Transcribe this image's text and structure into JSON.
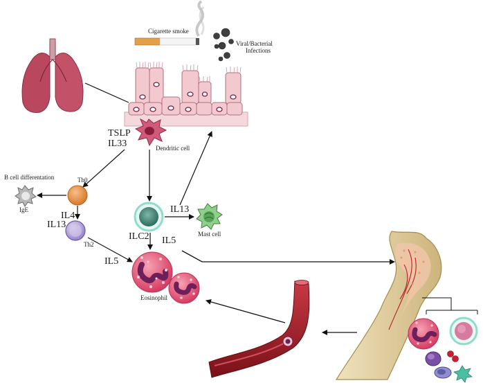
{
  "labels": {
    "cigarette_smoke": "Cigarette smoke",
    "viral_line1": "Viral/Bacterial",
    "viral_line2": "Infections",
    "tslp": "TSLP",
    "il33": "IL33",
    "dendritic_cell": "Dendritic cell",
    "b_cell_diff": "B cell differentation",
    "ige": "IgE",
    "th0": "Th0",
    "il4": "IL4",
    "il13_left": "IL13",
    "th2": "Th2",
    "il5_left": "IL5",
    "il13_right": "IL13",
    "mast_cell": "Mast cell",
    "ilc2": "ILC2",
    "il5_right": "IL5",
    "eosinophil": "Eosinophil"
  },
  "colors": {
    "lung": "#b9485f",
    "epithelium": "#f1c9cf",
    "epithelium_outline": "#b07080",
    "dendritic": "#d15a7a",
    "th0": "#e8913a",
    "th2": "#b9a7d9",
    "ilc2": "#4f8f7e",
    "mast_cell": "#5aa35a",
    "eosinophil": "#e05a78",
    "eosinophil_nucleus": "#6e1f5a",
    "vessel": "#a81e2a",
    "bone": "#e8d6a8",
    "marrow": "#f0c6a8",
    "arrow": "#111111"
  },
  "icons": [
    "lung-icon",
    "cigarette-icon",
    "smoke-icon",
    "virus-particle-icon",
    "bone-icon",
    "blood-vessel-icon"
  ]
}
